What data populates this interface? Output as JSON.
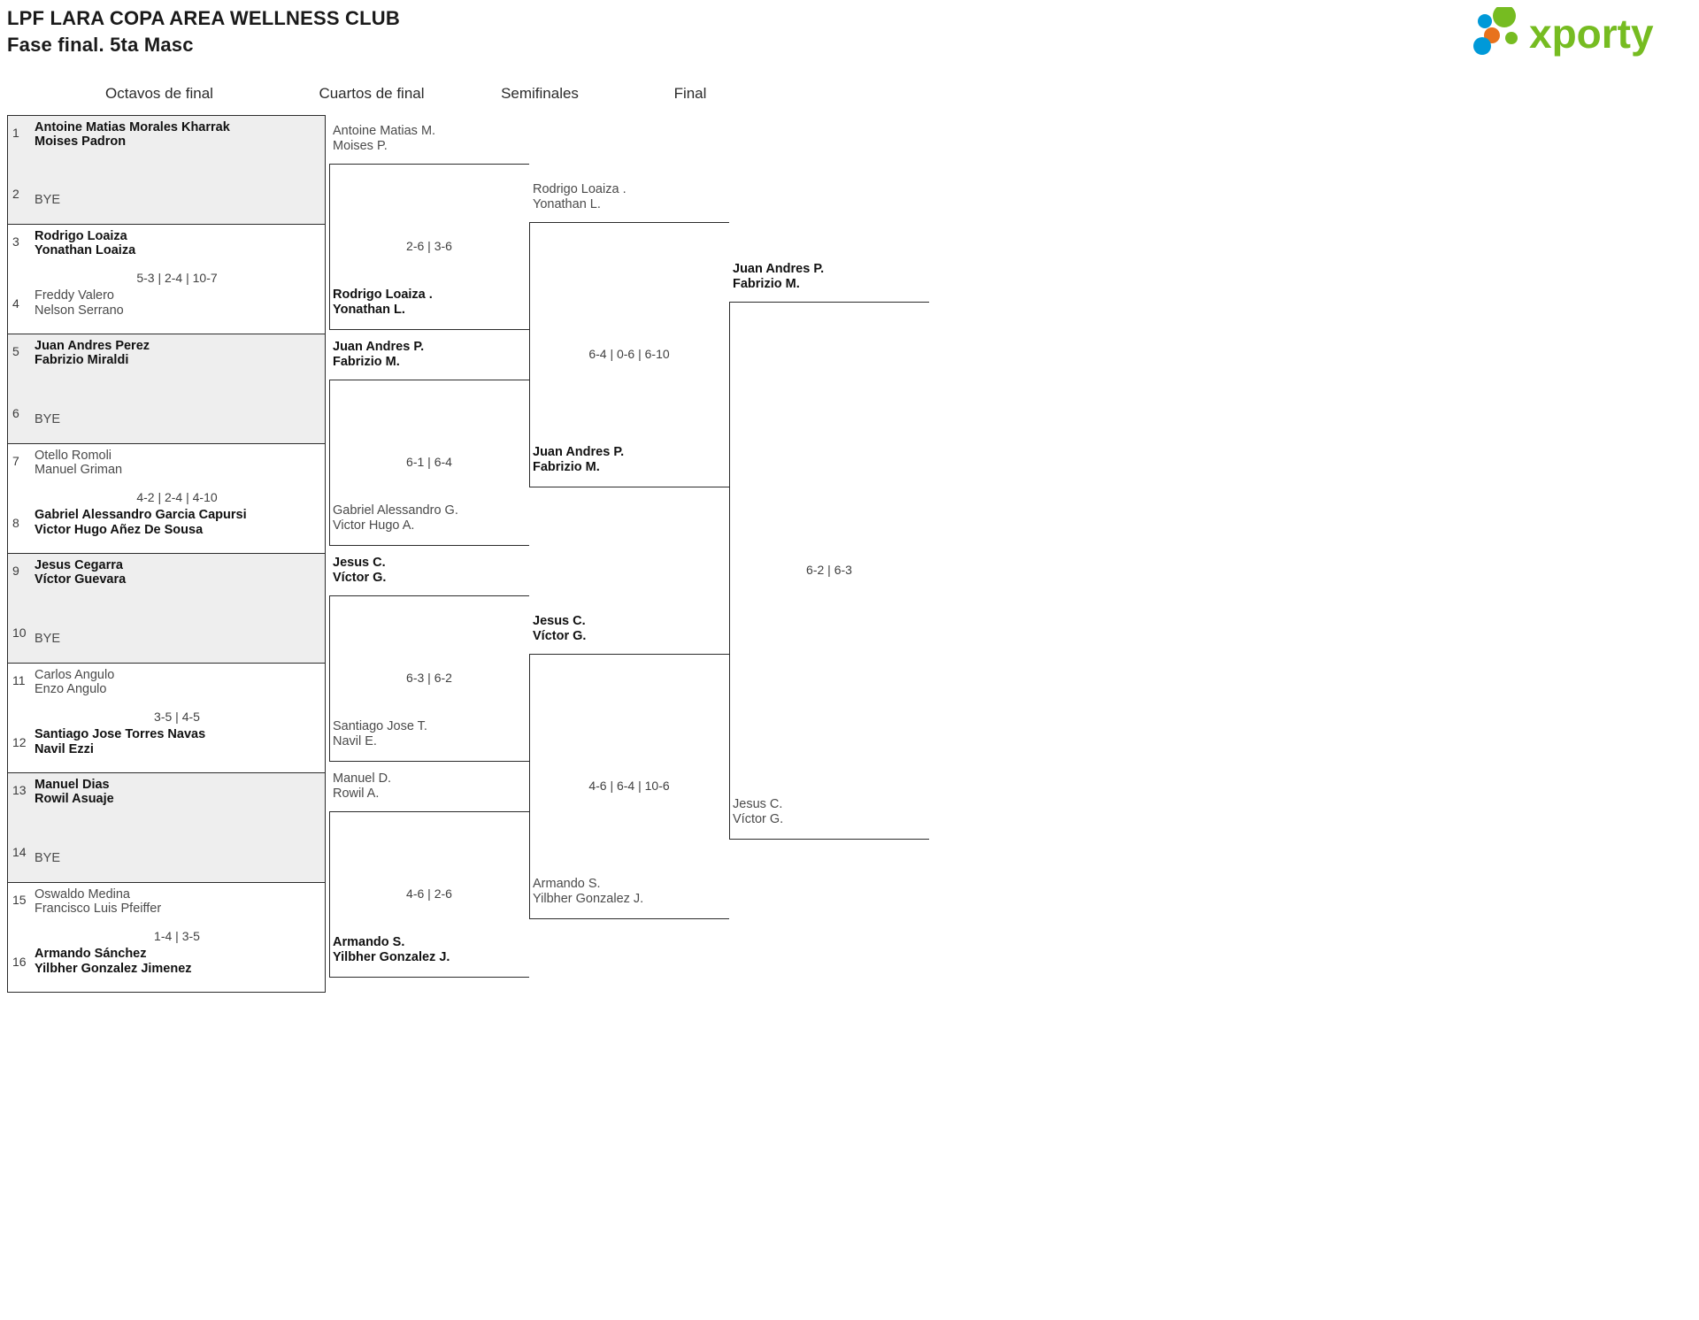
{
  "header": {
    "title_line1": "LPF LARA COPA AREA WELLNESS CLUB",
    "title_line2": "Fase final. 5ta Masc",
    "logo_text": "xporty",
    "logo_colors": {
      "green": "#76bc21",
      "blue": "#0099d8",
      "orange": "#e8721c"
    }
  },
  "rounds": [
    {
      "id": "octavos",
      "label": "Octavos de final"
    },
    {
      "id": "cuartos",
      "label": "Cuartos de final"
    },
    {
      "id": "semis",
      "label": "Semifinales"
    },
    {
      "id": "final",
      "label": "Final"
    }
  ],
  "round1": [
    {
      "shaded": true,
      "top": {
        "seed": "1",
        "l1": "Antoine Matias Morales Kharrak",
        "l2": "Moises Padron",
        "winner": true
      },
      "bottom": {
        "seed": "2",
        "bye": "BYE",
        "winner": false
      },
      "score": ""
    },
    {
      "shaded": false,
      "top": {
        "seed": "3",
        "l1": "Rodrigo Loaiza",
        "l2": "Yonathan Loaiza",
        "winner": true
      },
      "bottom": {
        "seed": "4",
        "l1": "Freddy Valero",
        "l2": "Nelson Serrano",
        "winner": false
      },
      "score": "5-3 | 2-4 | 10-7"
    },
    {
      "shaded": true,
      "top": {
        "seed": "5",
        "l1": "Juan Andres Perez",
        "l2": "Fabrizio Miraldi",
        "winner": true
      },
      "bottom": {
        "seed": "6",
        "bye": "BYE",
        "winner": false
      },
      "score": ""
    },
    {
      "shaded": false,
      "top": {
        "seed": "7",
        "l1": "Otello Romoli",
        "l2": "Manuel Griman",
        "winner": false
      },
      "bottom": {
        "seed": "8",
        "l1": "Gabriel Alessandro Garcia Capursi",
        "l2": "Victor Hugo Añez De Sousa",
        "winner": true
      },
      "score": "4-2 | 2-4 | 4-10"
    },
    {
      "shaded": true,
      "top": {
        "seed": "9",
        "l1": "Jesus Cegarra",
        "l2": "Víctor Guevara",
        "winner": true
      },
      "bottom": {
        "seed": "10",
        "bye": "BYE",
        "winner": false
      },
      "score": ""
    },
    {
      "shaded": false,
      "top": {
        "seed": "11",
        "l1": "Carlos Angulo",
        "l2": "Enzo Angulo",
        "winner": false
      },
      "bottom": {
        "seed": "12",
        "l1": "Santiago Jose Torres Navas",
        "l2": "Navil Ezzi",
        "winner": true
      },
      "score": "3-5 | 4-5"
    },
    {
      "shaded": true,
      "top": {
        "seed": "13",
        "l1": "Manuel Dias",
        "l2": "Rowil Asuaje",
        "winner": true
      },
      "bottom": {
        "seed": "14",
        "bye": "BYE",
        "winner": false
      },
      "score": ""
    },
    {
      "shaded": false,
      "top": {
        "seed": "15",
        "l1": "Oswaldo Medina",
        "l2": "Francisco Luis Pfeiffer",
        "winner": false
      },
      "bottom": {
        "seed": "16",
        "l1": "Armando Sánchez",
        "l2": "Yilbher Gonzalez Jimenez",
        "winner": true
      },
      "score": "1-4 | 3-5"
    }
  ],
  "round2": [
    {
      "top": {
        "l1": "Antoine Matias M.",
        "l2": "Moises P.",
        "winner": false
      },
      "bottom": {
        "l1": "Rodrigo Loaiza .",
        "l2": "Yonathan L.",
        "winner": true
      },
      "score": "2-6 | 3-6"
    },
    {
      "top": {
        "l1": "Juan Andres P.",
        "l2": "Fabrizio M.",
        "winner": true
      },
      "bottom": {
        "l1": "Gabriel Alessandro G.",
        "l2": "Victor Hugo A.",
        "winner": false
      },
      "score": "6-1 | 6-4"
    },
    {
      "top": {
        "l1": "Jesus C.",
        "l2": "Víctor G.",
        "winner": true
      },
      "bottom": {
        "l1": "Santiago Jose T.",
        "l2": "Navil E.",
        "winner": false
      },
      "score": "6-3 | 6-2"
    },
    {
      "top": {
        "l1": "Manuel D.",
        "l2": "Rowil A.",
        "winner": false
      },
      "bottom": {
        "l1": "Armando S.",
        "l2": "Yilbher Gonzalez J.",
        "winner": true
      },
      "score": "4-6 | 2-6"
    }
  ],
  "round3": [
    {
      "top": {
        "l1": "Rodrigo Loaiza .",
        "l2": "Yonathan L.",
        "winner": false
      },
      "bottom": {
        "l1": "Juan Andres P.",
        "l2": "Fabrizio M.",
        "winner": true
      },
      "score": "6-4 | 0-6 | 6-10"
    },
    {
      "top": {
        "l1": "Jesus C.",
        "l2": "Víctor G.",
        "winner": true
      },
      "bottom": {
        "l1": "Armando S.",
        "l2": "Yilbher Gonzalez J.",
        "winner": false
      },
      "score": "4-6 | 6-4 | 10-6"
    }
  ],
  "round4": [
    {
      "top": {
        "l1": "Juan Andres P.",
        "l2": "Fabrizio M.",
        "winner": true
      },
      "bottom": {
        "l1": "Jesus C.",
        "l2": "Víctor G.",
        "winner": false
      },
      "score": "6-2 | 6-3"
    }
  ]
}
